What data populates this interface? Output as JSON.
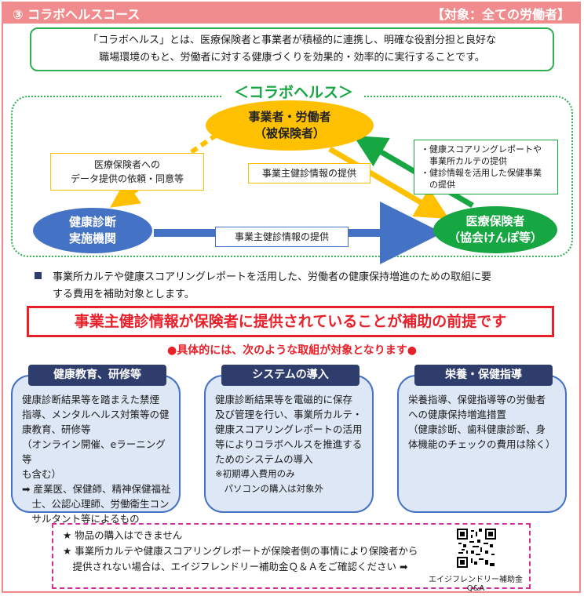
{
  "header": {
    "title": "③ コラボヘルスコース",
    "target": "【対象：全ての労働者】"
  },
  "intro": {
    "line1": "「コラボヘルス」とは、医療保険者と事業者が積極的に連携し、明確な役割分担と良好な",
    "line2": "職場環境のもと、労働者に対する健康づくりを効果的・効率的に実行することです。"
  },
  "diagram": {
    "title": "＜コラボヘルス＞",
    "employer_line1": "事業者・労働者",
    "employer_line2": "（被保険者）",
    "checkup_line1": "健康診断",
    "checkup_line2": "実施機関",
    "insurer_line1": "医療保険者",
    "insurer_line2": "（協会けんぽ等）",
    "data_request_line1": "医療保険者への",
    "data_request_line2": "データ提供の依頼・同意等",
    "info_provide_top": "事業主健診情報の提供",
    "info_provide_bottom": "事業主健診情報の提供",
    "insurer_notes": [
      "・健康スコアリングレポートや",
      "　事業所カルテの提供",
      "・健診情報を活用した保健事業",
      "　の提供"
    ],
    "colors": {
      "employer": "#ffc000",
      "checkup": "#4472c4",
      "insurer": "#16a642"
    }
  },
  "bullet_note": {
    "line1": "事業所カルテや健康スコアリングレポートを活用した、労働者の健康保持増進のための取組に要",
    "line2": "する費用を補助対象とします。"
  },
  "premise": "事業主健診情報が保険者に提供されていることが補助の前提です",
  "specifics": "●具体的には、次のような取組が対象となります●",
  "cards": [
    {
      "heading": "健康教育、研修等",
      "lines": [
        "健康診断結果等を踏まえた禁煙",
        "指導、メンタルヘルス対策等の健",
        "康教育、研修等",
        "（オンライン開催、eラーニング等",
        "も含む）",
        "➡ 産業医、保健師、精神保健福祉",
        "　士、公認心理師、労働衛生コン",
        "　サルタント等によるもの"
      ]
    },
    {
      "heading": "システムの導入",
      "lines": [
        "健康診断結果等を電磁的に保存",
        "及び管理を行い、事業所カルテ・",
        "健康スコアリングレポートの活用",
        "等によりコラボヘルスを推進する",
        "ためのシステムの導入"
      ],
      "notes": [
        "※初期導入費用のみ",
        "　パソコンの購入は対象外"
      ]
    },
    {
      "heading": "栄養・保健指導",
      "lines": [
        "栄養指導、保健指導等の労働者",
        "への健康保持増進措置",
        "（健康診断、歯科健康診断、身",
        "体機能のチェックの費用は除く）"
      ]
    }
  ],
  "footer": {
    "line1": "★ 物品の購入はできません",
    "line2": "★ 事業所カルテや健康スコアリングレポートが保険者側の事情により保険者から",
    "line3": "　提供されない場合は、エイジフレンドリー補助金Ｑ＆Ａをご確認ください ➡",
    "qr_caption": "エイジフレンドリー補助金Q&A"
  }
}
